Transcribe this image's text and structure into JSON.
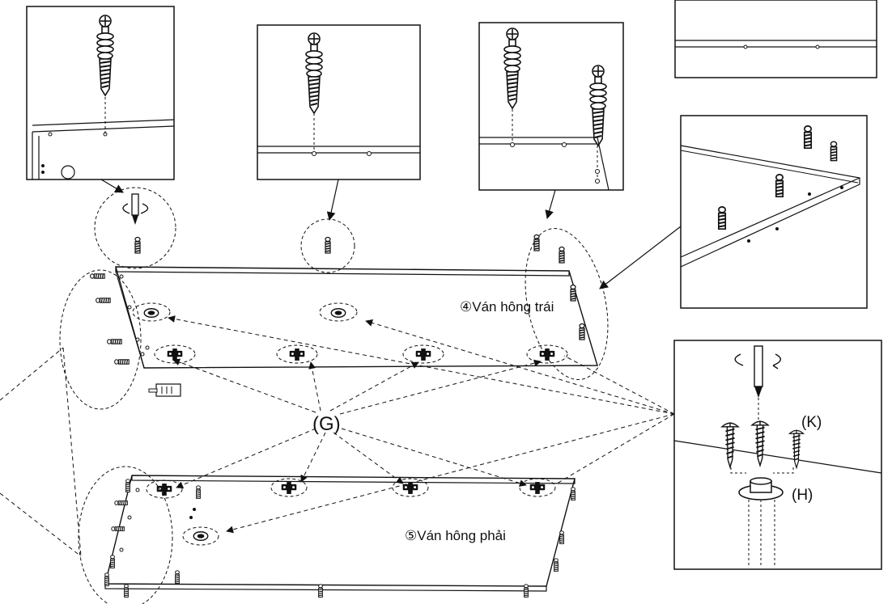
{
  "panels": {
    "left": "④Ván hông trái",
    "right": "⑤Ván hông phải"
  },
  "callouts": {
    "G": "(G)",
    "K": "(K)",
    "H": "(H)"
  }
}
